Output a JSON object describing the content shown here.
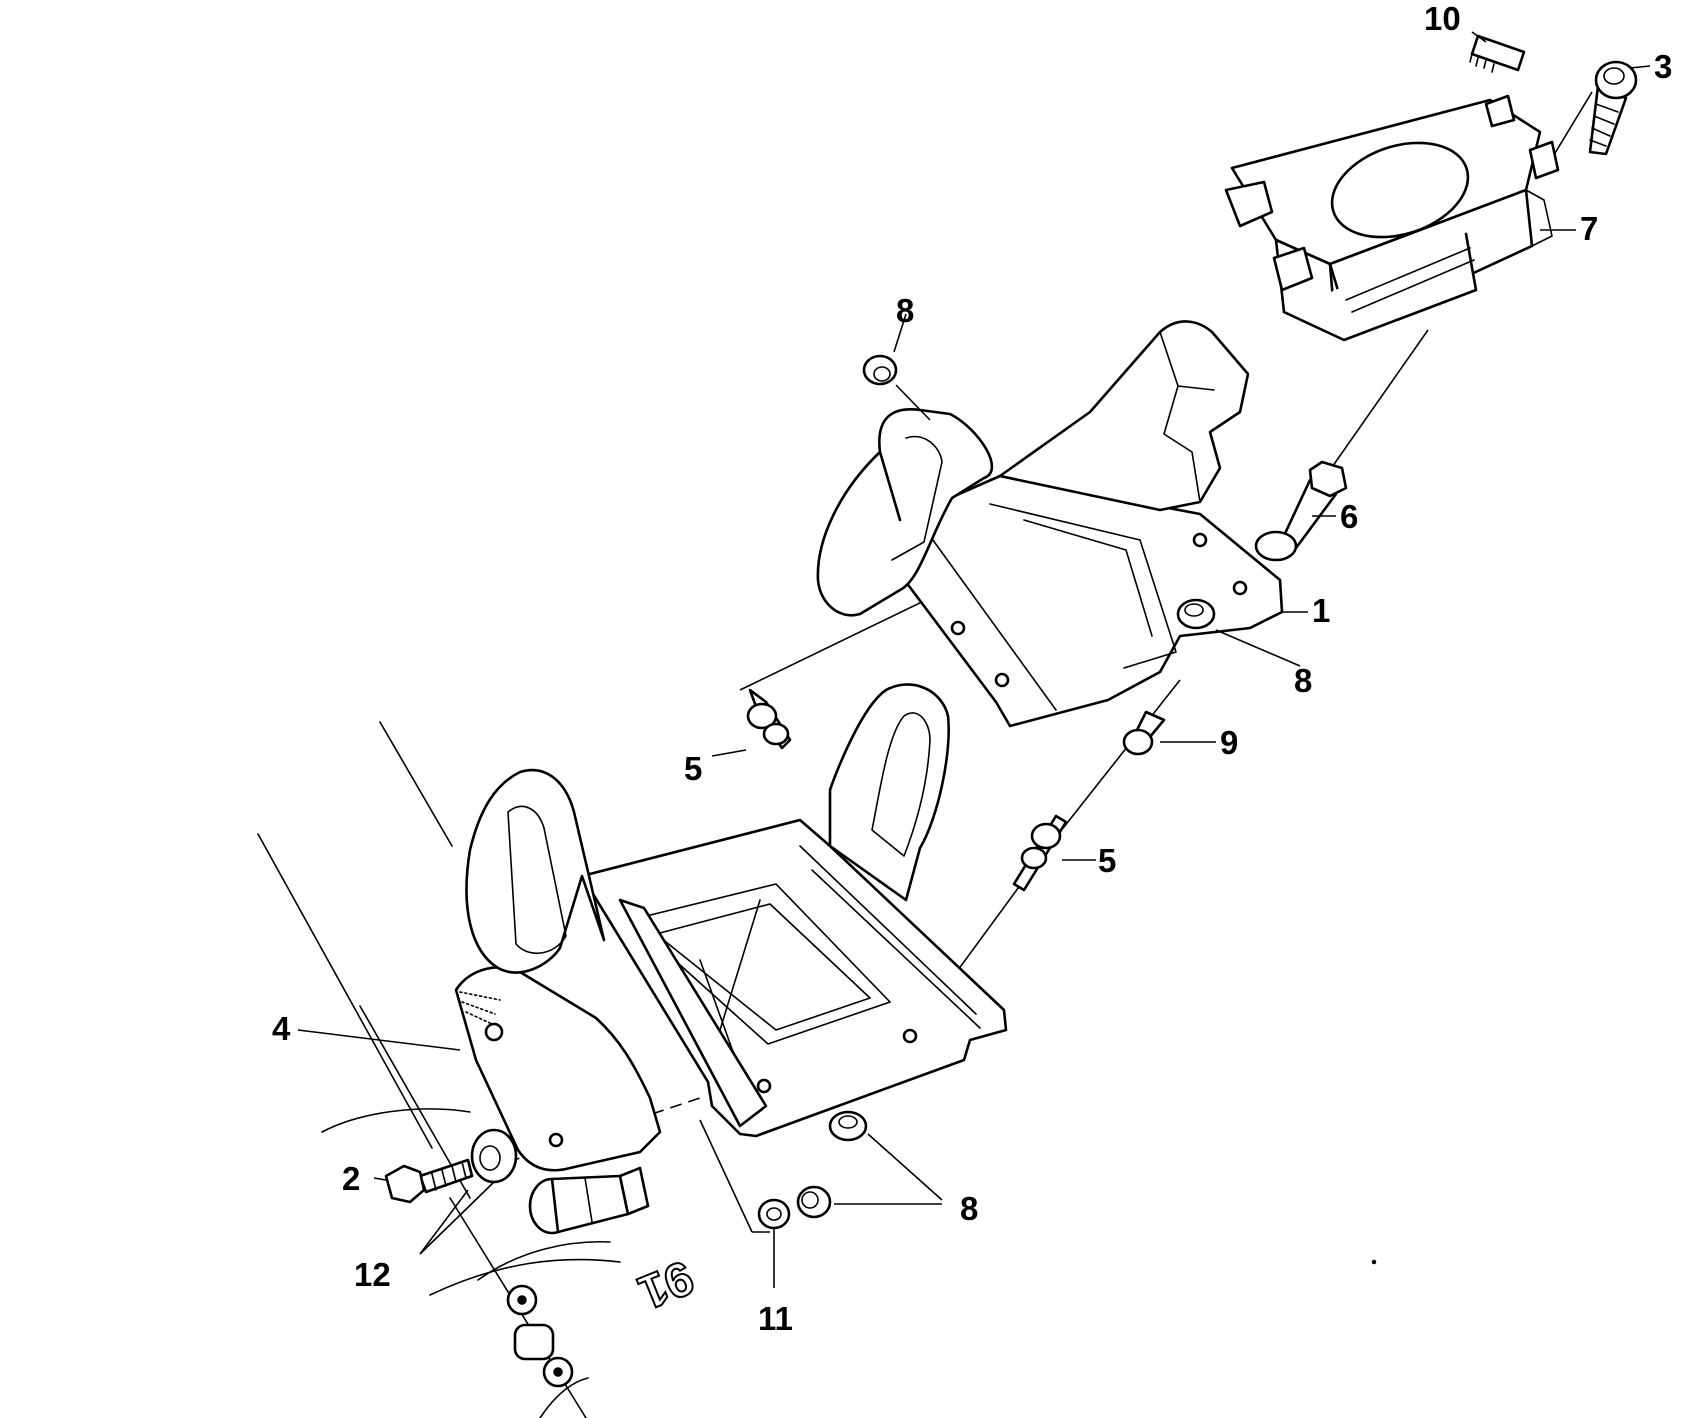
{
  "callouts": {
    "c1": "1",
    "c2": "2",
    "c3": "3",
    "c4": "4",
    "c5a": "5",
    "c5b": "5",
    "c6": "6",
    "c7": "7",
    "c8a": "8",
    "c8b": "8",
    "c8c": "8",
    "c9": "9",
    "c10": "10",
    "c11": "11",
    "c12": "12"
  },
  "background_marking": "91"
}
